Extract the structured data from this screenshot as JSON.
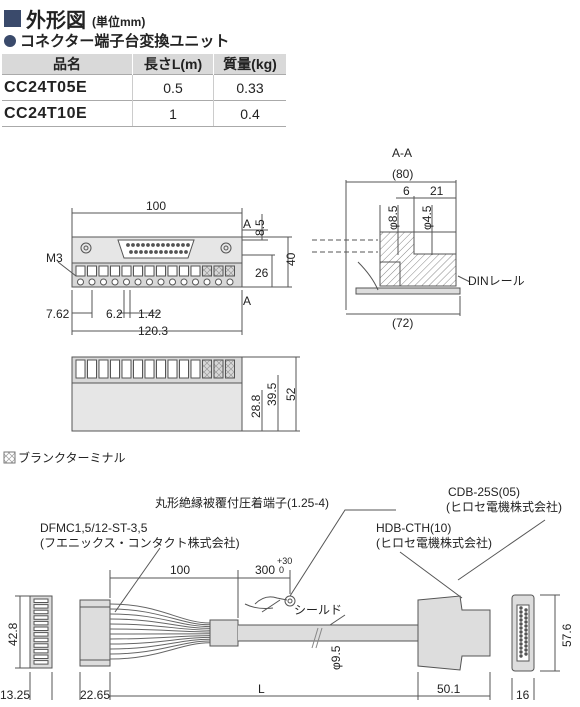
{
  "header": {
    "title": "外形図",
    "unit": "(単位mm)"
  },
  "subtitle": "コネクター端子台変換ユニット",
  "spec_table": {
    "columns": [
      "品名",
      "長さL(m)",
      "質量(kg)"
    ],
    "rows": [
      {
        "model": "CC24T05E",
        "length": "0.5",
        "mass": "0.33"
      },
      {
        "model": "CC24T10E",
        "length": "1",
        "mass": "0.4"
      }
    ]
  },
  "front_view": {
    "dim_100": "100",
    "label_a_top": "A",
    "label_a_bottom": "A",
    "dim_8_5": "8.5",
    "label_m3": "M3",
    "dim_26": "26",
    "dim_40": "40",
    "dim_7_62": "7.62",
    "dim_6_2": "6.2",
    "dim_1_42": "1.42",
    "dim_120_3": "120.3"
  },
  "bottom_view": {
    "dim_28_8": "28.8",
    "dim_39_5": "39.5",
    "dim_52": "52"
  },
  "section_view": {
    "title": "A-A",
    "dim_80": "(80)",
    "dim_6": "6",
    "dim_21": "21",
    "dim_phi8_5": "φ8.5",
    "dim_phi4_5": "φ4.5",
    "label_din": "DINレール",
    "dim_72": "(72)"
  },
  "legend": {
    "blank_terminal": "ブランクターミナル"
  },
  "cable": {
    "crimp_label": "丸形絶縁被覆付圧着端子(1.25-4)",
    "cdb_label_1": "CDB-25S(05)",
    "cdb_label_2": "(ヒロセ電機株式会社)",
    "hdb_label_1": "HDB-CTH(10)",
    "hdb_label_2": "(ヒロセ電機株式会社)",
    "dfmc_label_1": "DFMC1,5/12-ST-3,5",
    "dfmc_label_2": "(フエニックス・コンタクト株式会社)",
    "dim_100": "100",
    "dim_300": "300",
    "tol_plus": "+30",
    "tol_zero": "0",
    "shield_label": "シールド",
    "dim_42_8": "42.8",
    "dim_phi9_5": "φ9.5",
    "dim_57_6": "57.6",
    "dim_13_25": "13.25",
    "dim_22_65": "22.65",
    "dim_L": "L",
    "dim_50_1": "50.1",
    "dim_16": "16"
  },
  "colors": {
    "accent": "#3a4a6b",
    "line": "#555555",
    "fill": "#e6e6e6",
    "table_header": "#d9d9d9"
  }
}
